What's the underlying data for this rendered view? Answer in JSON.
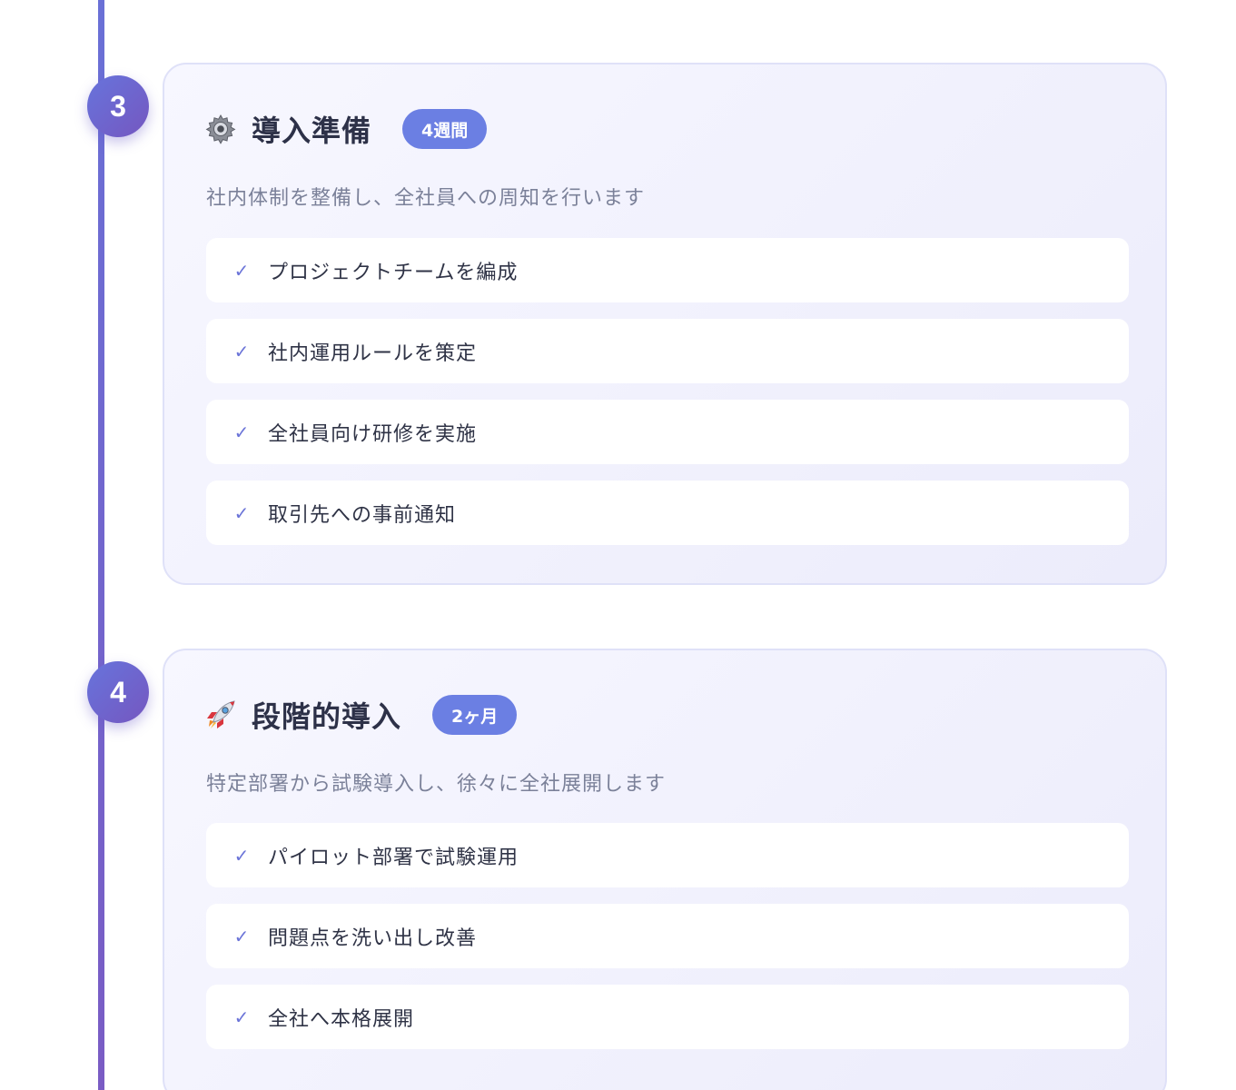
{
  "steps": [
    {
      "number": "3",
      "icon": "gear-icon",
      "title": "導入準備",
      "duration": "4週間",
      "description": "社内体制を整備し、全社員への周知を行います",
      "tasks": [
        "プロジェクトチームを編成",
        "社内運用ルールを策定",
        "全社員向け研修を実施",
        "取引先への事前通知"
      ]
    },
    {
      "number": "4",
      "icon": "rocket-icon",
      "title": "段階的導入",
      "duration": "2ヶ月",
      "description": "特定部署から試験導入し、徐々に全社展開します",
      "tasks": [
        "パイロット部署で試験運用",
        "問題点を洗い出し改善",
        "全社へ本格展開"
      ]
    }
  ],
  "check_mark": "✓",
  "colors": {
    "accent": "#6b7fe3",
    "timeline": "#6a70d6",
    "card_bg": "#f3f3fd",
    "text": "#2f3346",
    "muted": "#7b8199"
  }
}
